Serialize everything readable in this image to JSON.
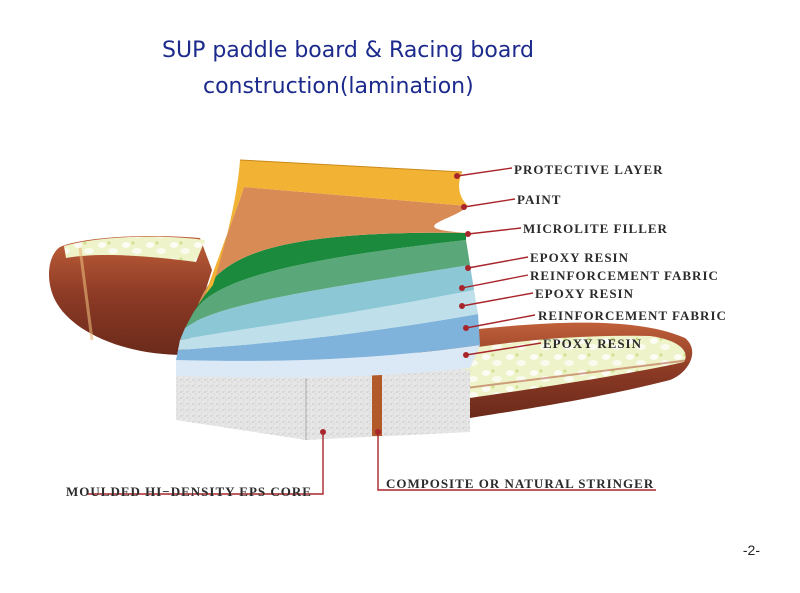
{
  "title": {
    "line1": "SUP paddle board & Racing board",
    "line2": "construction(lamination)"
  },
  "layers": [
    {
      "label": "PROTECTIVE LAYER",
      "color": "#f2b233"
    },
    {
      "label": "PAINT",
      "color": "#d98b55"
    },
    {
      "label": "MICROLITE FILLER",
      "color": "#1b8a3c"
    },
    {
      "label": "EPOXY RESIN",
      "color": "#5aa77a"
    },
    {
      "label": "REINFORCEMENT FABRIC",
      "color": "#8cc7d6"
    },
    {
      "label": "EPOXY RESIN",
      "color": "#b8dde6"
    },
    {
      "label": "REINFORCEMENT FABRIC",
      "color": "#7fb3db"
    },
    {
      "label": "EPOXY RESIN",
      "color": "#c9dff2"
    }
  ],
  "core_labels": {
    "core": "MOULDED HI−DENSITY EPS CORE",
    "stringer": "COMPOSITE OR NATURAL STRINGER"
  },
  "colors": {
    "title": "#1c2a8c",
    "leader": "#a8262b",
    "board_wood": "#8c3a25",
    "board_top": "#eef2c8",
    "foam": "#d9d9d9"
  },
  "page_number": "-2-"
}
